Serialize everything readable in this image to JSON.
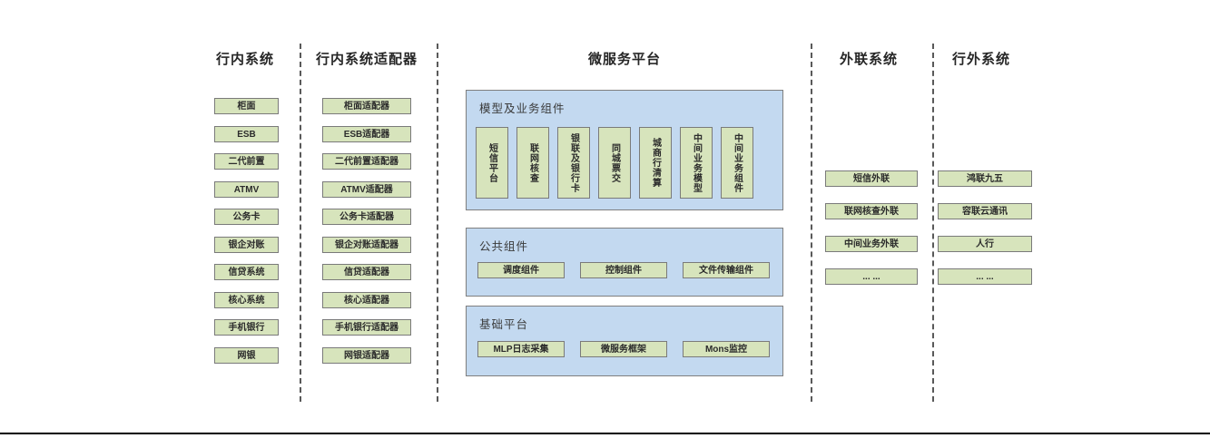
{
  "columns": {
    "internal": {
      "title": "行内系统",
      "items": [
        "柜面",
        "ESB",
        "二代前置",
        "ATMV",
        "公务卡",
        "银企对账",
        "信贷系统",
        "核心系统",
        "手机银行",
        "网银"
      ]
    },
    "adapters": {
      "title": "行内系统适配器",
      "items": [
        "柜面适配器",
        "ESB适配器",
        "二代前置适配器",
        "ATMV适配器",
        "公务卡适配器",
        "银企对账适配器",
        "信贷适配器",
        "核心适配器",
        "手机银行适配器",
        "网银适配器"
      ]
    },
    "platform": {
      "title": "微服务平台",
      "groups": [
        {
          "title": "模型及业务组件",
          "items": [
            "短信平台",
            "联网核查",
            "银联及银行卡",
            "同城票交",
            "城商行清算",
            "中间业务模型",
            "中间业务组件"
          ]
        },
        {
          "title": "公共组件",
          "items": [
            "调度组件",
            "控制组件",
            "文件传输组件"
          ]
        },
        {
          "title": "基础平台",
          "items": [
            "MLP日志采集",
            "微服务框架",
            "Mons监控"
          ]
        }
      ]
    },
    "outreach": {
      "title": "外联系统",
      "items": [
        "短信外联",
        "联网核查外联",
        "中间业务外联",
        "... ..."
      ]
    },
    "external": {
      "title": "行外系统",
      "items": [
        "鸿联九五",
        "容联云通讯",
        "人行",
        "... ..."
      ]
    }
  },
  "colors": {
    "box_fill": "#d7e4bc",
    "box_border": "#7a7a7a",
    "panel_fill": "#c3d9f0",
    "panel_border": "#7f7f7f",
    "separator": "#595959",
    "bottom_rule": "#000000"
  }
}
